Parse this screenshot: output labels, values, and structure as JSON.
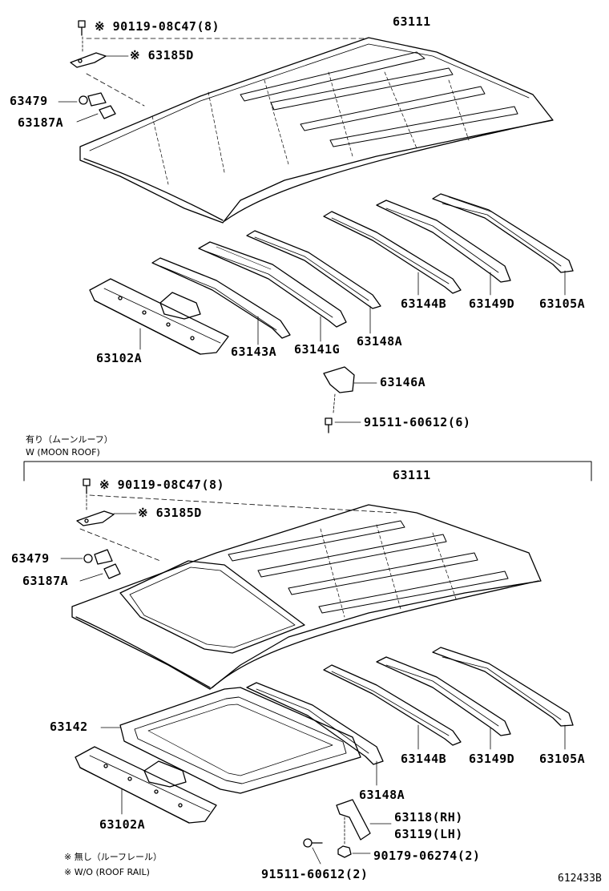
{
  "top": {
    "labels": {
      "roof_panel": "63111",
      "bolt": "※ 90119-08C47(8)",
      "bracket": "※ 63185D",
      "clip": "63479",
      "retainer": "63187A",
      "rear_header": "63102A",
      "bow_a": "63143A",
      "bow_g": "63141G",
      "bow_148": "63148A",
      "bow_144": "63144B",
      "bow_149": "63149D",
      "front_header": "63105A",
      "brace": "63146A",
      "screw": "91511-60612(6)"
    }
  },
  "section": {
    "jp_title": "有り（ムーンルーフ）",
    "en_title": "W (MOON ROOF)"
  },
  "bottom": {
    "labels": {
      "roof_panel": "63111",
      "bolt": "※ 90119-08C47(8)",
      "bracket": "※ 63185D",
      "clip": "63479",
      "retainer": "63187A",
      "sunroof_frame": "63142",
      "bow_144": "63144B",
      "bow_149": "63149D",
      "front_header": "63105A",
      "bow_148": "63148A",
      "rear_header": "63102A",
      "bracket_rh": "63118(RH)",
      "bracket_lh": "63119(LH)",
      "nut": "90179-06274(2)",
      "screw": "91511-60612(2)"
    }
  },
  "footnote": {
    "jp": "※ 無し（ルーフレール）",
    "en": "※ W/O (ROOF RAIL)"
  },
  "figure_id": "612433B"
}
